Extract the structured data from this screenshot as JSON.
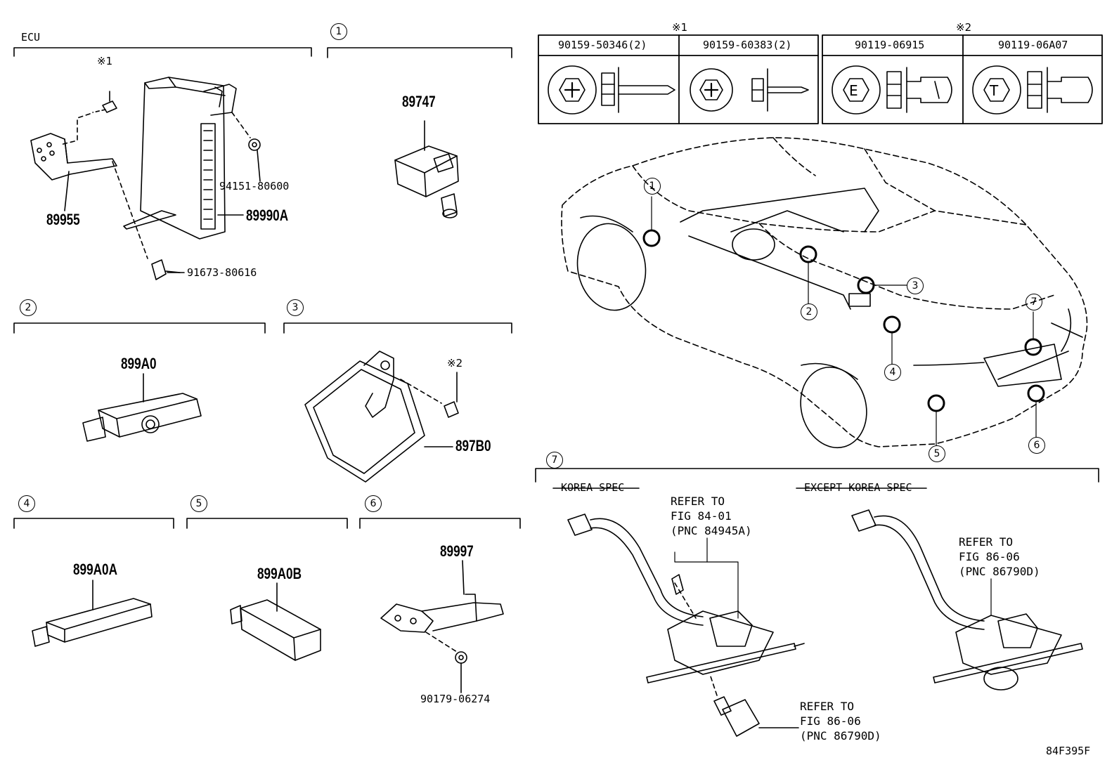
{
  "sections": {
    "ecu": {
      "title": "ECU",
      "note": "※1",
      "parts": [
        "89955",
        "89990A",
        "94151-80600",
        "91673-80616"
      ]
    },
    "s1": {
      "num": "1",
      "parts": [
        "89747"
      ]
    },
    "s2": {
      "num": "2",
      "parts": [
        "899A0"
      ]
    },
    "s3": {
      "num": "3",
      "note": "※2",
      "parts": [
        "897B0"
      ]
    },
    "s4": {
      "num": "4",
      "parts": [
        "899A0A"
      ]
    },
    "s5": {
      "num": "5",
      "parts": [
        "899A0B"
      ]
    },
    "s6": {
      "num": "6",
      "parts": [
        "89997",
        "90179-06274"
      ]
    },
    "s7": {
      "num": "7",
      "korea_label": "KOREA SPEC",
      "except_label": "EXCEPT KOREA SPEC",
      "refer_a": "REFER TO\nFIG 84-01\n(PNC 84945A)",
      "refer_b": "REFER TO\nFIG 86-06\n(PNC 86790D)",
      "refer_c": "REFER TO\nFIG 86-06\n(PNC 86790D)"
    }
  },
  "fastener_table": {
    "group1_note": "※1",
    "group2_note": "※2",
    "columns": [
      "90159-50346(2)",
      "90159-60383(2)",
      "90119-06915",
      "90119-06A07"
    ],
    "head_marks": [
      "",
      "",
      "E",
      "T"
    ]
  },
  "car_callouts": [
    "1",
    "2",
    "3",
    "4",
    "5",
    "6",
    "7"
  ],
  "figure_code": "84F395F"
}
